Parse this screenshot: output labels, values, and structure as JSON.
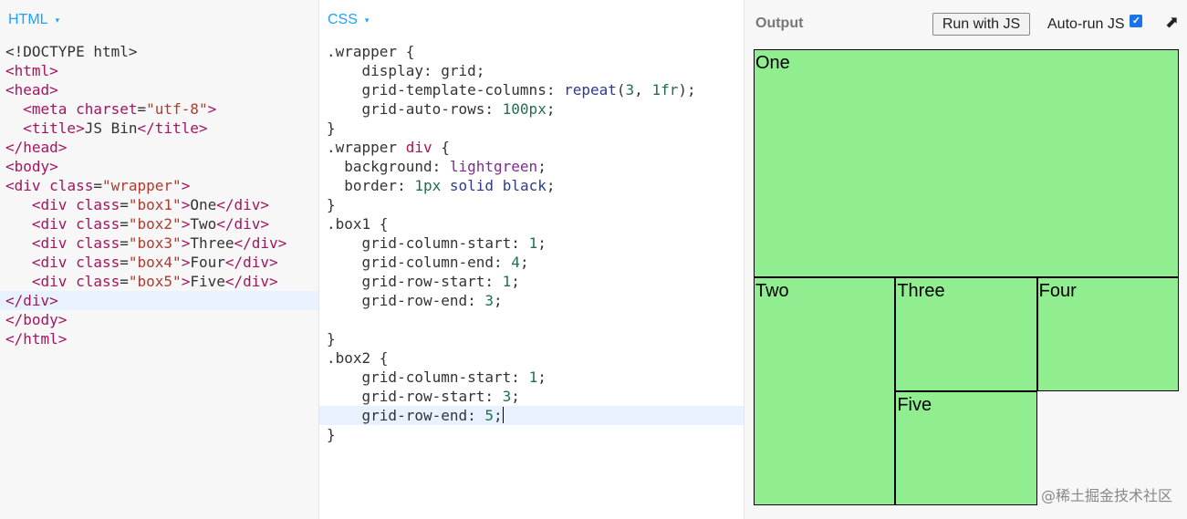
{
  "html_panel": {
    "label": "HTML",
    "dropdown_icon": "▾",
    "lines": [
      [
        {
          "t": "plain",
          "v": "<!DOCTYPE html>"
        }
      ],
      [
        {
          "t": "tag",
          "v": "<html>"
        }
      ],
      [
        {
          "t": "tag",
          "v": "<head>"
        }
      ],
      [
        {
          "t": "plain",
          "v": "  "
        },
        {
          "t": "tag",
          "v": "<meta "
        },
        {
          "t": "attr",
          "v": "charset"
        },
        {
          "t": "plain",
          "v": "="
        },
        {
          "t": "str",
          "v": "\"utf-8\""
        },
        {
          "t": "tag",
          "v": ">"
        }
      ],
      [
        {
          "t": "plain",
          "v": "  "
        },
        {
          "t": "tag",
          "v": "<title>"
        },
        {
          "t": "text",
          "v": "JS Bin"
        },
        {
          "t": "tag",
          "v": "</title>"
        }
      ],
      [
        {
          "t": "tag",
          "v": "</head>"
        }
      ],
      [
        {
          "t": "tag",
          "v": "<body>"
        }
      ],
      [
        {
          "t": "tag",
          "v": "<div "
        },
        {
          "t": "attr",
          "v": "class"
        },
        {
          "t": "plain",
          "v": "="
        },
        {
          "t": "str",
          "v": "\"wrapper\""
        },
        {
          "t": "tag",
          "v": ">"
        }
      ],
      [
        {
          "t": "plain",
          "v": "   "
        },
        {
          "t": "tag",
          "v": "<div "
        },
        {
          "t": "attr",
          "v": "class"
        },
        {
          "t": "plain",
          "v": "="
        },
        {
          "t": "str",
          "v": "\"box1\""
        },
        {
          "t": "tag",
          "v": ">"
        },
        {
          "t": "text",
          "v": "One"
        },
        {
          "t": "tag",
          "v": "</div>"
        }
      ],
      [
        {
          "t": "plain",
          "v": "   "
        },
        {
          "t": "tag",
          "v": "<div "
        },
        {
          "t": "attr",
          "v": "class"
        },
        {
          "t": "plain",
          "v": "="
        },
        {
          "t": "str",
          "v": "\"box2\""
        },
        {
          "t": "tag",
          "v": ">"
        },
        {
          "t": "text",
          "v": "Two"
        },
        {
          "t": "tag",
          "v": "</div>"
        }
      ],
      [
        {
          "t": "plain",
          "v": "   "
        },
        {
          "t": "tag",
          "v": "<div "
        },
        {
          "t": "attr",
          "v": "class"
        },
        {
          "t": "plain",
          "v": "="
        },
        {
          "t": "str",
          "v": "\"box3\""
        },
        {
          "t": "tag",
          "v": ">"
        },
        {
          "t": "text",
          "v": "Three"
        },
        {
          "t": "tag",
          "v": "</div>"
        }
      ],
      [
        {
          "t": "plain",
          "v": "   "
        },
        {
          "t": "tag",
          "v": "<div "
        },
        {
          "t": "attr",
          "v": "class"
        },
        {
          "t": "plain",
          "v": "="
        },
        {
          "t": "str",
          "v": "\"box4\""
        },
        {
          "t": "tag",
          "v": ">"
        },
        {
          "t": "text",
          "v": "Four"
        },
        {
          "t": "tag",
          "v": "</div>"
        }
      ],
      [
        {
          "t": "plain",
          "v": "   "
        },
        {
          "t": "tag",
          "v": "<div "
        },
        {
          "t": "attr",
          "v": "class"
        },
        {
          "t": "plain",
          "v": "="
        },
        {
          "t": "str",
          "v": "\"box5\""
        },
        {
          "t": "tag",
          "v": ">"
        },
        {
          "t": "text",
          "v": "Five"
        },
        {
          "t": "tag",
          "v": "</div>"
        }
      ],
      [
        {
          "t": "tag",
          "v": "</div>"
        }
      ],
      [
        {
          "t": "tag",
          "v": "</body>"
        }
      ],
      [
        {
          "t": "tag",
          "v": "</html>"
        }
      ]
    ],
    "active_line": 13
  },
  "css_panel": {
    "label": "CSS",
    "dropdown_icon": "▾",
    "lines": [
      [
        {
          "t": "plain",
          "v": ".wrapper {"
        }
      ],
      [
        {
          "t": "prop",
          "v": "    display: "
        },
        {
          "t": "plain",
          "v": "grid;"
        }
      ],
      [
        {
          "t": "prop",
          "v": "    grid-template-columns: "
        },
        {
          "t": "kw",
          "v": "repeat"
        },
        {
          "t": "plain",
          "v": "("
        },
        {
          "t": "num",
          "v": "3"
        },
        {
          "t": "plain",
          "v": ", "
        },
        {
          "t": "num",
          "v": "1fr"
        },
        {
          "t": "plain",
          "v": ");"
        }
      ],
      [
        {
          "t": "prop",
          "v": "    grid-auto-rows: "
        },
        {
          "t": "num",
          "v": "100px"
        },
        {
          "t": "plain",
          "v": ";"
        }
      ],
      [
        {
          "t": "plain",
          "v": "}"
        }
      ],
      [
        {
          "t": "plain",
          "v": ".wrapper "
        },
        {
          "t": "tag",
          "v": "div"
        },
        {
          "t": "plain",
          "v": " {"
        }
      ],
      [
        {
          "t": "prop",
          "v": "  background: "
        },
        {
          "t": "val",
          "v": "lightgreen"
        },
        {
          "t": "plain",
          "v": ";"
        }
      ],
      [
        {
          "t": "prop",
          "v": "  border: "
        },
        {
          "t": "num",
          "v": "1px"
        },
        {
          "t": "plain",
          "v": " "
        },
        {
          "t": "kw",
          "v": "solid"
        },
        {
          "t": "plain",
          "v": " "
        },
        {
          "t": "kw",
          "v": "black"
        },
        {
          "t": "plain",
          "v": ";"
        }
      ],
      [
        {
          "t": "plain",
          "v": "}"
        }
      ],
      [
        {
          "t": "plain",
          "v": ".box1 {"
        }
      ],
      [
        {
          "t": "prop",
          "v": "    grid-column-start: "
        },
        {
          "t": "num",
          "v": "1"
        },
        {
          "t": "plain",
          "v": ";"
        }
      ],
      [
        {
          "t": "prop",
          "v": "    grid-column-end: "
        },
        {
          "t": "num",
          "v": "4"
        },
        {
          "t": "plain",
          "v": ";"
        }
      ],
      [
        {
          "t": "prop",
          "v": "    grid-row-start: "
        },
        {
          "t": "num",
          "v": "1"
        },
        {
          "t": "plain",
          "v": ";"
        }
      ],
      [
        {
          "t": "prop",
          "v": "    grid-row-end: "
        },
        {
          "t": "num",
          "v": "3"
        },
        {
          "t": "plain",
          "v": ";"
        }
      ],
      [
        {
          "t": "plain",
          "v": ""
        }
      ],
      [
        {
          "t": "plain",
          "v": "}"
        }
      ],
      [
        {
          "t": "plain",
          "v": ".box2 {"
        }
      ],
      [
        {
          "t": "prop",
          "v": "    grid-column-start: "
        },
        {
          "t": "num",
          "v": "1"
        },
        {
          "t": "plain",
          "v": ";"
        }
      ],
      [
        {
          "t": "prop",
          "v": "    grid-row-start: "
        },
        {
          "t": "num",
          "v": "3"
        },
        {
          "t": "plain",
          "v": ";"
        }
      ],
      [
        {
          "t": "prop",
          "v": "    grid-row-end: "
        },
        {
          "t": "num",
          "v": "5"
        },
        {
          "t": "plain",
          "v": ";"
        },
        {
          "t": "cursor",
          "v": ""
        }
      ],
      [
        {
          "t": "plain",
          "v": "}"
        }
      ]
    ],
    "active_line": 19
  },
  "output": {
    "label": "Output",
    "run_button": "Run with JS",
    "autorun_label": "Auto-run JS",
    "autorun_checked": true,
    "checkmark": "✓",
    "popout_icon": "⬈",
    "boxes": [
      "One",
      "Two",
      "Three",
      "Four",
      "Five"
    ],
    "box_color": "#90ee90"
  },
  "watermark": "@稀土掘金技术社区"
}
